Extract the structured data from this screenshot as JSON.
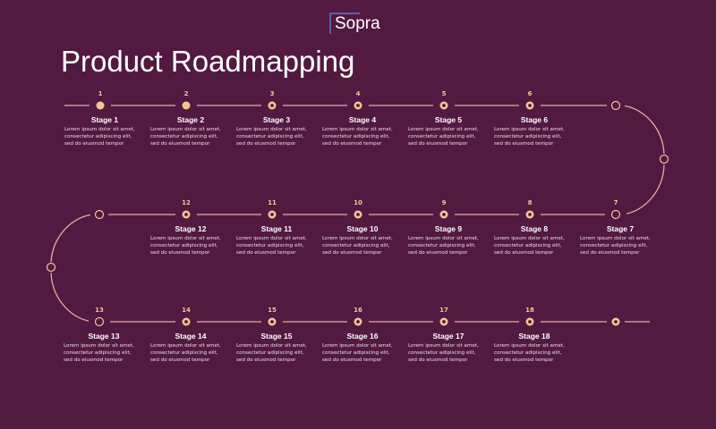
{
  "logo": "Sopra",
  "title": "Product Roadmapping",
  "colors": {
    "background": "#521a40",
    "accent": "#f6c594",
    "line": "#e6aea0"
  },
  "stages": [
    {
      "num": "1",
      "title": "Stage 1",
      "desc": [
        "Lorem ipsum dolor sit amet,",
        "consectetur adipiscing elit,",
        "sed do eiusmod tempor"
      ]
    },
    {
      "num": "2",
      "title": "Stage 2",
      "desc": [
        "Lorem ipsum dolor sit amet,",
        "consectetur adipiscing elit,",
        "sed do eiusmod tempor"
      ]
    },
    {
      "num": "3",
      "title": "Stage 3",
      "desc": [
        "Lorem ipsum dolor sit amet,",
        "consectetur adipiscing elit,",
        "sed do eiusmod tempor"
      ]
    },
    {
      "num": "4",
      "title": "Stage 4",
      "desc": [
        "Lorem ipsum dolor sit amet,",
        "consectetur adipiscing elit,",
        "sed do eiusmod tempor"
      ]
    },
    {
      "num": "5",
      "title": "Stage 5",
      "desc": [
        "Lorem ipsum dolor sit amet,",
        "consectetur adipiscing elit,",
        "sed do eiusmod tempor"
      ]
    },
    {
      "num": "6",
      "title": "Stage 6",
      "desc": [
        "Lorem ipsum dolor sit amet,",
        "consectetur adipiscing elit,",
        "sed do eiusmod tempor"
      ]
    },
    {
      "num": "7",
      "title": "Stage 7",
      "desc": [
        "Lorem ipsum dolor sit amet,",
        "consectetur adipiscing elit,",
        "sed do eiusmod tempor"
      ]
    },
    {
      "num": "8",
      "title": "Stage 8",
      "desc": [
        "Lorem ipsum dolor sit amet,",
        "consectetur adipiscing elit,",
        "sed do eiusmod tempor"
      ]
    },
    {
      "num": "9",
      "title": "Stage 9",
      "desc": [
        "Lorem ipsum dolor sit amet,",
        "consectetur adipiscing elit,",
        "sed do eiusmod tempor"
      ]
    },
    {
      "num": "10",
      "title": "Stage 10",
      "desc": [
        "Lorem ipsum dolor sit amet,",
        "consectetur adipiscing elit,",
        "sed do eiusmod tempor"
      ]
    },
    {
      "num": "11",
      "title": "Stage 11",
      "desc": [
        "Lorem ipsum dolor sit amet,",
        "consectetur adipiscing elit,",
        "sed do eiusmod tempor"
      ]
    },
    {
      "num": "12",
      "title": "Stage 12",
      "desc": [
        "Lorem ipsum dolor sit amet,",
        "consectetur adipiscing elit,",
        "sed do eiusmod tempor"
      ]
    },
    {
      "num": "13",
      "title": "Stage 13",
      "desc": [
        "Lorem ipsum dolor sit amet,",
        "consectetur adipiscing elit,",
        "sed do eiusmod tempor"
      ]
    },
    {
      "num": "14",
      "title": "Stage 14",
      "desc": [
        "Lorem ipsum dolor sit amet,",
        "consectetur adipiscing elit,",
        "sed do eiusmod tempor"
      ]
    },
    {
      "num": "15",
      "title": "Stage 15",
      "desc": [
        "Lorem ipsum dolor sit amet,",
        "consectetur adipiscing elit,",
        "sed do eiusmod tempor"
      ]
    },
    {
      "num": "16",
      "title": "Stage 16",
      "desc": [
        "Lorem ipsum dolor sit amet,",
        "consectetur adipiscing elit,",
        "sed do eiusmod tempor"
      ]
    },
    {
      "num": "17",
      "title": "Stage 17",
      "desc": [
        "Lorem ipsum dolor sit amet,",
        "consectetur adipiscing elit,",
        "sed do eiusmod tempor"
      ]
    },
    {
      "num": "18",
      "title": "Stage 18",
      "desc": [
        "Lorem ipsum dolor sit amet,",
        "consectetur adipiscing elit,",
        "sed do eiusmod tempor"
      ]
    }
  ]
}
